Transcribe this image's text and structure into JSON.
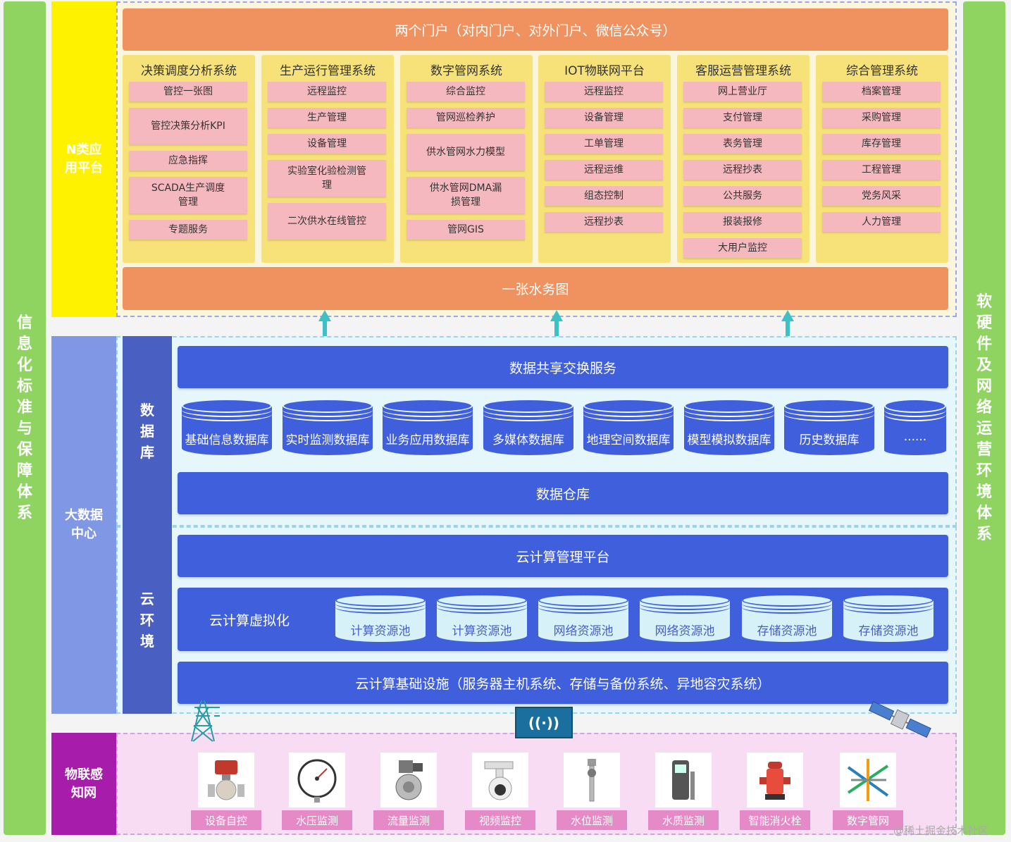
{
  "left_bar": [
    "信",
    "息",
    "化",
    "标",
    "准",
    "与",
    "保",
    "障",
    "体",
    "系"
  ],
  "right_bar": [
    "软",
    "硬",
    "件",
    "及",
    "网",
    "络",
    "运",
    "营",
    "环",
    "境",
    "体",
    "系"
  ],
  "n_platform": {
    "label": "N类应用平台",
    "portal": "两个门户（对内门户、对外门户、微信公众号）",
    "map": "一张水务图",
    "systems": [
      {
        "title": "决策调度分析系统",
        "items": [
          "管控一张图",
          "管控决策分析KPI",
          "应急指挥",
          "SCADA生产调度管理",
          "专题服务"
        ]
      },
      {
        "title": "生产运行管理系统",
        "items": [
          "远程监控",
          "生产管理",
          "设备管理",
          "实验室化验检测管理",
          "二次供水在线管控"
        ]
      },
      {
        "title": "数字管网系统",
        "items": [
          "综合监控",
          "管网巡检养护",
          "供水管网水力模型",
          "供水管网DMA漏损管理",
          "管网GIS"
        ]
      },
      {
        "title": "IOT物联网平台",
        "items": [
          "远程监控",
          "设备管理",
          "工单管理",
          "远程运维",
          "组态控制",
          "远程抄表"
        ]
      },
      {
        "title": "客服运营管理系统",
        "items": [
          "网上营业厅",
          "支付管理",
          "表务管理",
          "远程抄表",
          "公共服务",
          "报装报修",
          "大用户监控"
        ]
      },
      {
        "title": "综合管理系统",
        "items": [
          "档案管理",
          "采购管理",
          "库存管理",
          "工程管理",
          "党务风采",
          "人力管理"
        ]
      }
    ]
  },
  "big_data": {
    "label": "大数据中心",
    "db_label": [
      "数",
      "据",
      "库"
    ],
    "cloud_label": [
      "云",
      "环",
      "境"
    ],
    "exchange": "数据共享交换服务",
    "databases": [
      "基础信息数据库",
      "实时监测数据库",
      "业务应用数据库",
      "多媒体数据库",
      "地理空间数据库",
      "模型模拟数据库",
      "历史数据库",
      "......"
    ],
    "warehouse": "数据仓库",
    "cloud_mgmt": "云计算管理平台",
    "virtualization": "云计算虚拟化",
    "pools": [
      "计算资源池",
      "计算资源池",
      "网络资源池",
      "网络资源池",
      "存储资源池",
      "存储资源池"
    ],
    "infrastructure": "云计算基础设施（服务器主机系统、存储与备份系统、异地容灾系统）"
  },
  "iot": {
    "label": "物联感知网",
    "devices": [
      "设备自控",
      "水压监测",
      "流量监测",
      "视频监控",
      "水位监测",
      "水质监测",
      "智能消火栓",
      "数字管网"
    ]
  },
  "watermark": "@稀土掘金技术社区",
  "colors": {
    "green": "#8fd461",
    "yellow": "#fff200",
    "blue": "#3f5fdc",
    "orange": "#f0925f",
    "purple": "#a71cab",
    "teal": "#3cc1c7"
  }
}
